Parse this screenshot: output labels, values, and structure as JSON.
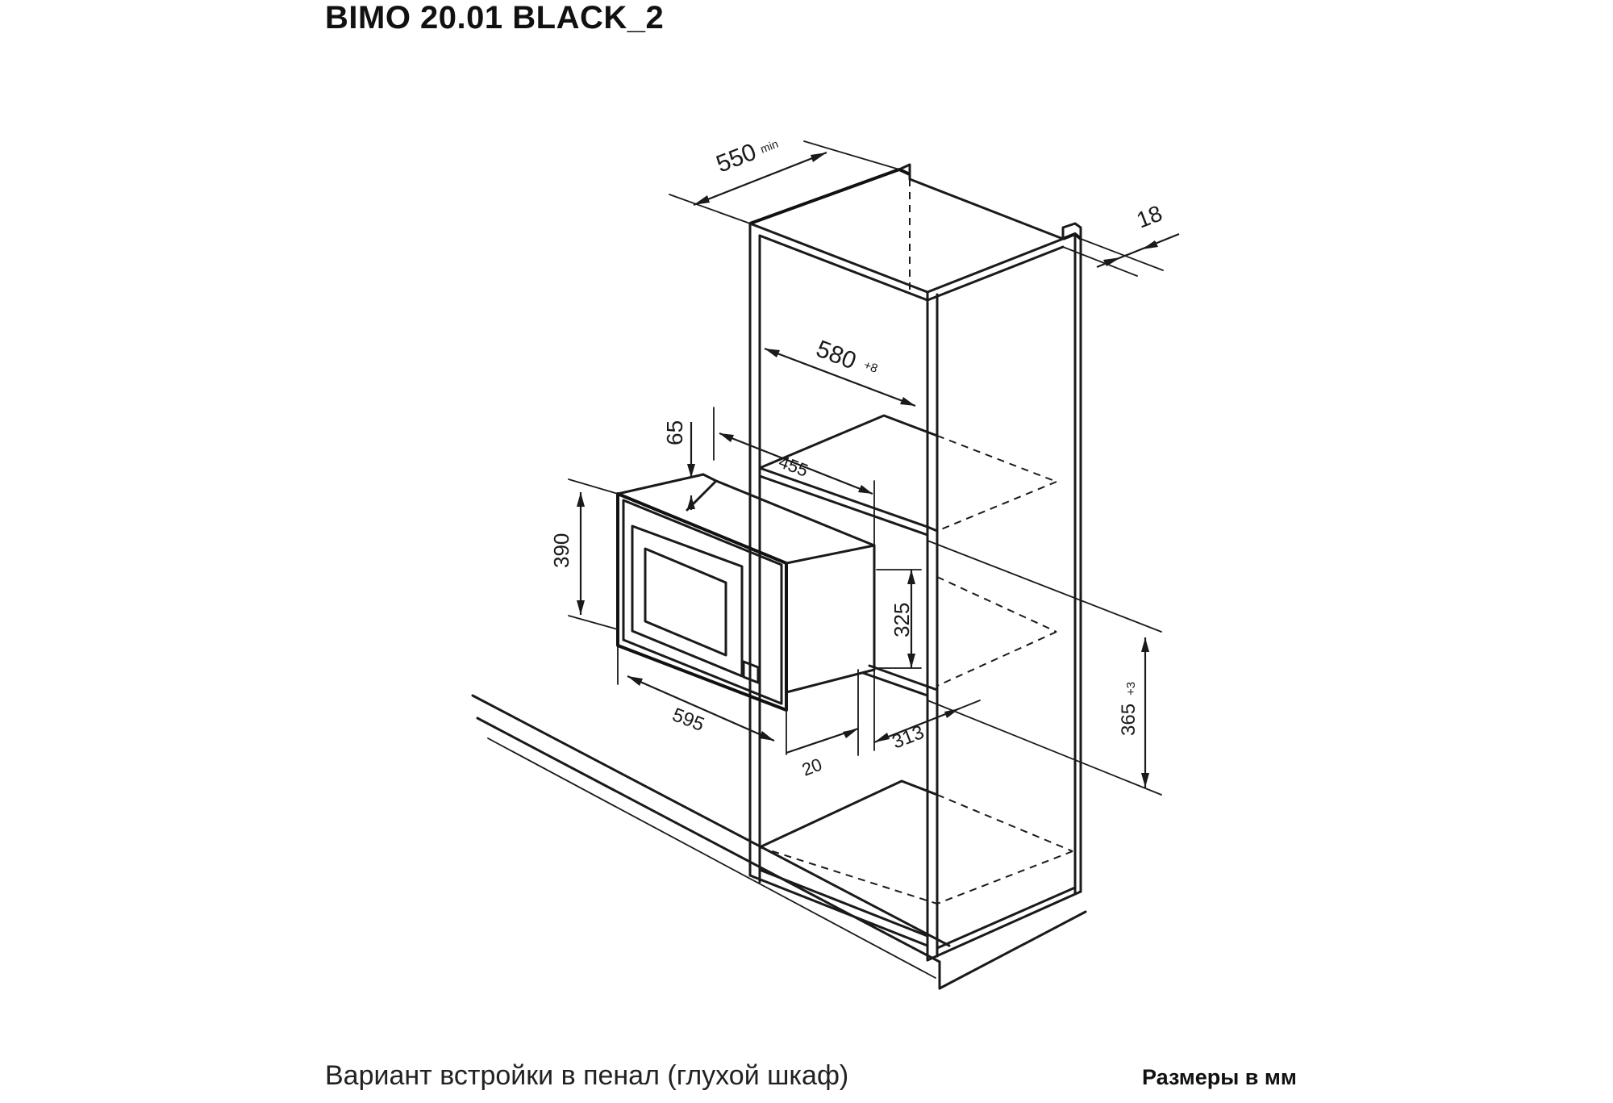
{
  "title": "BIMO 20.01 BLACK_2",
  "caption": "Вариант встройки в пенал (глухой шкаф)",
  "units_note": "Размеры в мм",
  "dimensions": {
    "cabinet_depth": "550",
    "cabinet_depth_suffix": "min",
    "panel_thickness": "18",
    "niche_width": "580",
    "niche_width_tol": "+8",
    "top_gap": "65",
    "oven_depth": "455",
    "front_height": "390",
    "body_height": "325",
    "niche_height": "365",
    "niche_height_tol": "+3",
    "front_width": "595",
    "front_offset": "20",
    "body_width": "313"
  }
}
